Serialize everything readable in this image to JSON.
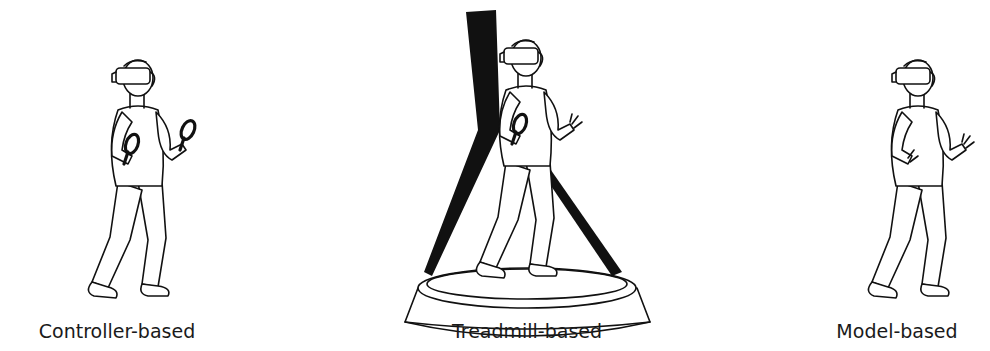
{
  "diagram": {
    "labels": [
      "Controller-based",
      "Treadmill-based",
      "Model-based"
    ]
  }
}
